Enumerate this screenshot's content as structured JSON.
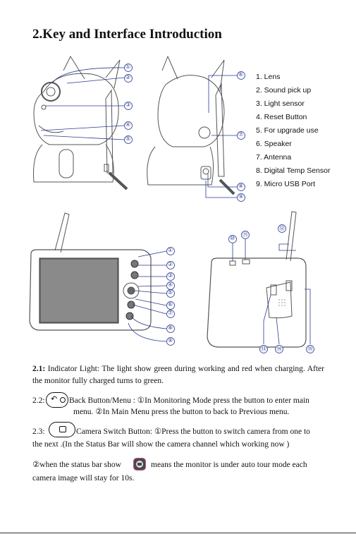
{
  "heading": "2.Key and Interface Introduction",
  "legend": [
    "1. Lens",
    "2. Sound pick up",
    "3. Light sensor",
    "4. Reset Button",
    "5. For upgrade use",
    "6. Speaker",
    "7. Antenna",
    "8. Digital Temp Sensor",
    "9. Micro USB Port"
  ],
  "callouts_top": [
    "①",
    "②",
    "③",
    "④",
    "⑤",
    "⑥",
    "⑦",
    "⑧",
    "⑨"
  ],
  "callouts_monitor": [
    "①",
    "②",
    "③",
    "④",
    "⑤",
    "⑥",
    "⑦",
    "⑧",
    "⑨",
    "⑩",
    "⑪",
    "⑫",
    "⑬",
    "⑭",
    "⑮"
  ],
  "p21": {
    "label": "2.1:",
    "text": "Indicator Light: The light show green during working and red when charging. After the monitor fully charged turns to green."
  },
  "p22": {
    "label": "2.2:",
    "line1": "Back Button/Menu : ①In Monitoring Mode press the button to enter main",
    "line2": "menu.   ②In Main Menu press the button to back to Previous menu."
  },
  "p23": {
    "label": "2.3:",
    "line1": "Camera Switch Button: ①Press the button to switch camera from one to",
    "line2": "the next .(In the Status Bar will show the camera channel which working now )"
  },
  "p24": {
    "line1a": "②when  the  status  bar  show",
    "line1b": "means  the  monitor  is  under  auto  tour  mode  each",
    "line2": "camera image will stay for 10s."
  }
}
